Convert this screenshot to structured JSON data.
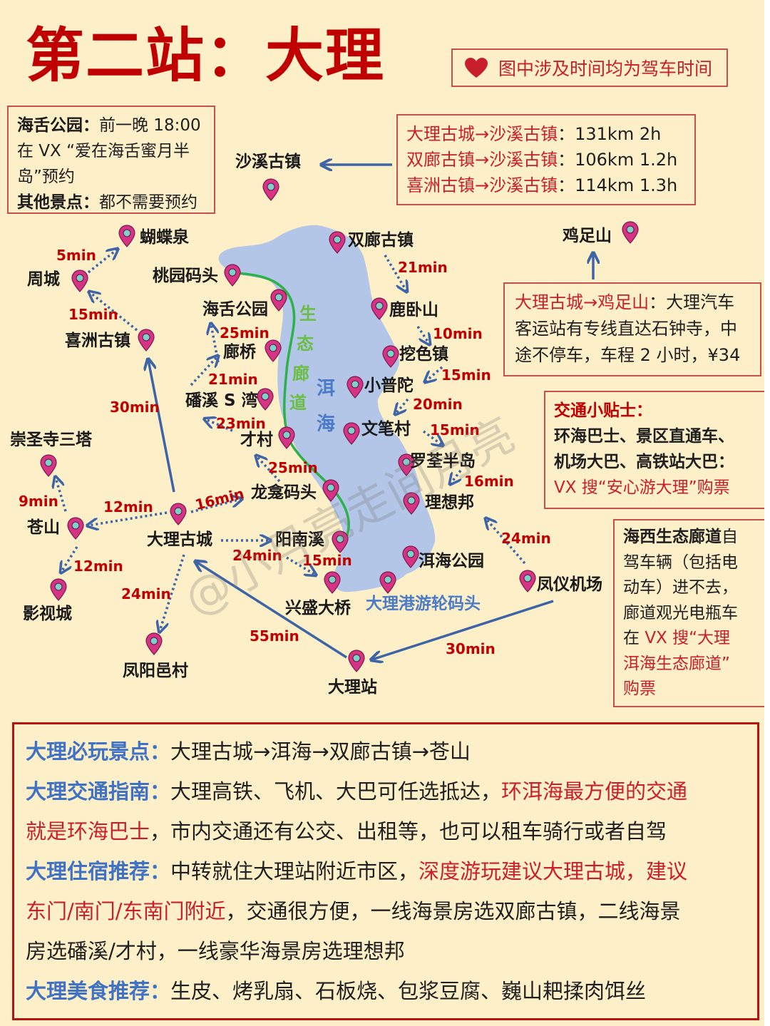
{
  "header": {
    "title": "第二站：大理",
    "note": "图中涉及时间均为驾车时间",
    "note_icon": "heart-icon"
  },
  "reservation_box": {
    "line1_label": "海舌公园：",
    "line1_text": "前一晚 18:00",
    "line2_text": "在 VX “爱在海舌蜜月半",
    "line3_text": "岛”预约",
    "line4_label": "其他景点：",
    "line4_text": "都不需要预约"
  },
  "shaxi_box": {
    "rows": [
      {
        "route": "大理古城→沙溪古镇",
        "sep": "：",
        "info": "131km 2h"
      },
      {
        "route": "双廊古镇→沙溪古镇",
        "sep": "：",
        "info": "106km 1.2h"
      },
      {
        "route": "喜洲古镇→沙溪古镇",
        "sep": "：",
        "info": "114km 1.3h"
      }
    ]
  },
  "jizu_box": {
    "route": "大理古城→鸡足山",
    "text1": "：大理汽车",
    "text2": "客运站有专线直达石钟寺，中",
    "text3": "途不停车，车程 2 小时，¥34"
  },
  "traffic_tips": {
    "heading": "交通小贴士：",
    "line1": "环海巴士、景区直通车、",
    "line2": "机场大巴、高铁站大巴：",
    "line3": "VX 搜“安心游大理”购票"
  },
  "haixi_box": {
    "bold": "海西生态廊道",
    "line1_rest": "自",
    "line2": "驾车辆（包括电",
    "line3": "动车）进不去，",
    "line4": "廊道观光电瓶车",
    "line5_black": "在 ",
    "line5_red": "VX 搜“大理",
    "line6": "洱海生态廊道”",
    "line7": "购票"
  },
  "map": {
    "lake_name": "洱海",
    "lake_chars": [
      "洱",
      "海"
    ],
    "eco_corridor_chars": [
      "生",
      "态",
      "廊",
      "道"
    ],
    "places": {
      "shaxi": "沙溪古镇",
      "hudiequan": "蝴蝶泉",
      "zhoucheng": "周城",
      "taoyuan": "桃园码头",
      "haishe": "海舌公园",
      "xizhou": "喜洲古镇",
      "langqiao": "廊桥",
      "panxi": "磻溪 S 湾",
      "caicun": "才村",
      "chongsheng": "崇圣寺三塔",
      "cangshan": "苍山",
      "yingshi": "影视城",
      "gucheng": "大理古城",
      "longkan": "龙龛码头",
      "yangnanxi": "阳南溪",
      "xingsheng": "兴盛大桥",
      "fengyang": "凤阳邑村",
      "dalizhan": "大理站",
      "shuanglang": "双廊古镇",
      "luwoshan": "鹿卧山",
      "wase": "挖色镇",
      "xiaoputuo": "小普陀",
      "wenbi": "文笔村",
      "luoquan": "罗荃半岛",
      "lixiangbang": "理想邦",
      "erhaipark": "洱海公园",
      "pier": "大理港游轮码头",
      "airport": "凤仪机场",
      "jizushan": "鸡足山"
    },
    "durations": {
      "zhou_hudie": "5min",
      "xizhou_zhou": "15min",
      "gucheng_xizhou": "30min",
      "langqiao_haishe": "25min",
      "panxi_langqiao": "21min",
      "caicun_panxi": "23min",
      "longkan_caicun": "25min",
      "gucheng_longkan": "16min",
      "gucheng_cangshan": "12min",
      "cangshan_chongsheng": "9min",
      "cangshan_yingshi": "12min",
      "gucheng_fengyang": "24min",
      "gucheng_yangnanxi": "24min",
      "yangnanxi_xingsheng": "15min",
      "dalizhan_gucheng": "55min",
      "airport_dalizhan": "30min",
      "airport_lixiangbang": "24min",
      "shuanglang_luwo": "21min",
      "luwo_wase": "10min",
      "wase_xiaoputuo": "15min",
      "xiaoputuo_wenbi": "20min",
      "wenbi_luoquan": "15min",
      "luoquan_lixiangbang": "16min"
    },
    "colors": {
      "background": "#FDEFC8",
      "lake": "#B3C6E7",
      "eco_corridor": "#2DB24A",
      "arrow": "#3E64A8",
      "pin": "#D63384",
      "pin_center": "#7FD0CC",
      "accent_red": "#C00000"
    }
  },
  "watermark": "@小月亮走间月亮",
  "summary": {
    "must_see_label": "大理必玩景点：",
    "must_see_text": "大理古城→洱海→双廊古镇→苍山",
    "transport_label": "大理交通指南：",
    "transport_text1": "大理高铁、飞机、大巴可任选抵达，",
    "transport_red1": "环洱海最方便的交通",
    "transport_red2": "就是环海巴士",
    "transport_text2": "，市内交通还有公交、出租等，也可以租车骑行或者自驾",
    "stay_label": "大理住宿推荐：",
    "stay_text1": "中转就住大理站附近市区，",
    "stay_red1": "深度游玩建议大理古城，建议",
    "stay_red2": "东门/南门/东南门附近",
    "stay_text2": "，交通很方便，一线海景房选双廊古镇，二线海景",
    "stay_text3": "房选磻溪/才村，一线豪华海景房选理想邦",
    "food_label": "大理美食推荐：",
    "food_text": "生皮、烤乳扇、石板烧、包浆豆腐、巍山耙揉肉饵丝"
  }
}
